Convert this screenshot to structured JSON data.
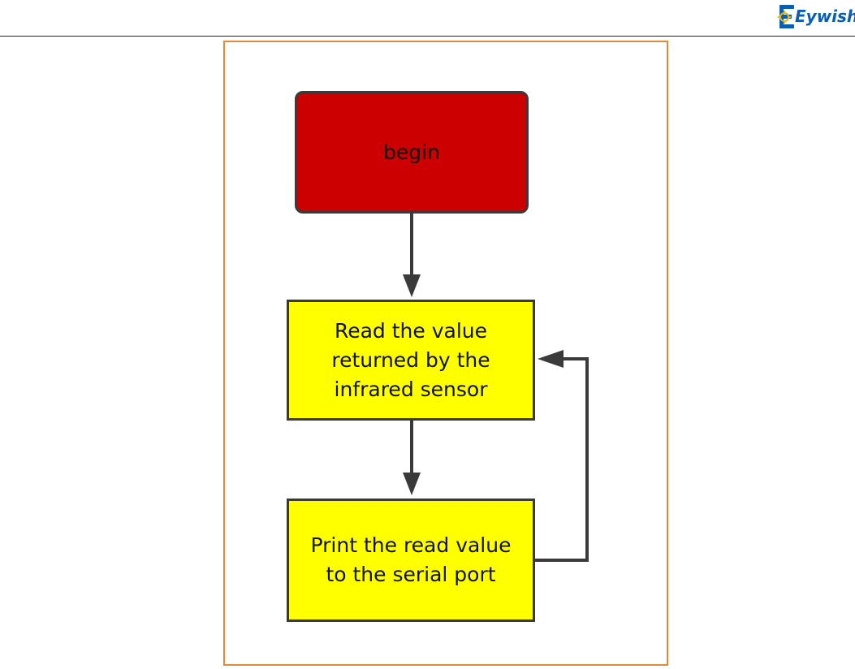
{
  "header": {
    "logo_text": "Eywish",
    "logo_icon": "gear-logo-icon"
  },
  "diagram": {
    "nodes": {
      "begin": {
        "label": "begin",
        "fill": "#cc0000",
        "shape": "rounded-rectangle"
      },
      "read": {
        "label": "Read the value returned by the infrared sensor",
        "fill": "#ffff00",
        "shape": "rectangle"
      },
      "print": {
        "label": "Print the read value to the serial port",
        "fill": "#ffff00",
        "shape": "rectangle"
      }
    },
    "edges": [
      {
        "from": "begin",
        "to": "read"
      },
      {
        "from": "read",
        "to": "print"
      },
      {
        "from": "print",
        "to": "read",
        "type": "loop-back"
      }
    ],
    "frame_color": "#e08a3c",
    "stroke_color": "#3a3a3a"
  }
}
